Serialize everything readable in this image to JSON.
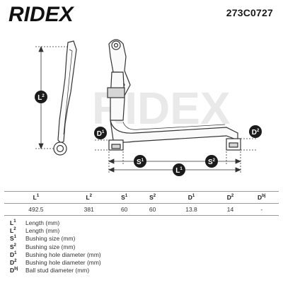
{
  "header": {
    "brand": "RIDEX",
    "part_number": "273C0727"
  },
  "diagram": {
    "labels": {
      "l1": "L",
      "l1_sup": "1",
      "l2": "L",
      "l2_sup": "2",
      "s1": "S",
      "s1_sup": "1",
      "s2": "S",
      "s2_sup": "2",
      "d1": "D",
      "d1_sup": "1",
      "d2": "D",
      "d2_sup": "2"
    }
  },
  "table": {
    "headers": [
      {
        "base": "L",
        "sup": "1"
      },
      {
        "base": "L",
        "sup": "2"
      },
      {
        "base": "S",
        "sup": "1"
      },
      {
        "base": "S",
        "sup": "2"
      },
      {
        "base": "D",
        "sup": "1"
      },
      {
        "base": "D",
        "sup": "2"
      },
      {
        "base": "D",
        "sup": "bj"
      }
    ],
    "values": [
      "492.5",
      "381",
      "60",
      "60",
      "13.8",
      "14",
      "-"
    ]
  },
  "legend": [
    {
      "base": "L",
      "sup": "1",
      "desc": "Length (mm)"
    },
    {
      "base": "L",
      "sup": "2",
      "desc": "Length (mm)"
    },
    {
      "base": "S",
      "sup": "1",
      "desc": "Bushing size (mm)"
    },
    {
      "base": "S",
      "sup": "2",
      "desc": "Bushing size (mm)"
    },
    {
      "base": "D",
      "sup": "1",
      "desc": "Bushing hole diameter (mm)"
    },
    {
      "base": "D",
      "sup": "2",
      "desc": "Bushing hole diameter (mm)"
    },
    {
      "base": "D",
      "sup": "bj",
      "desc": "Ball stud diameter (mm)"
    }
  ],
  "colors": {
    "badge": "#1b1b1b",
    "watermark": "#e8e8e8",
    "line": "#333333"
  }
}
